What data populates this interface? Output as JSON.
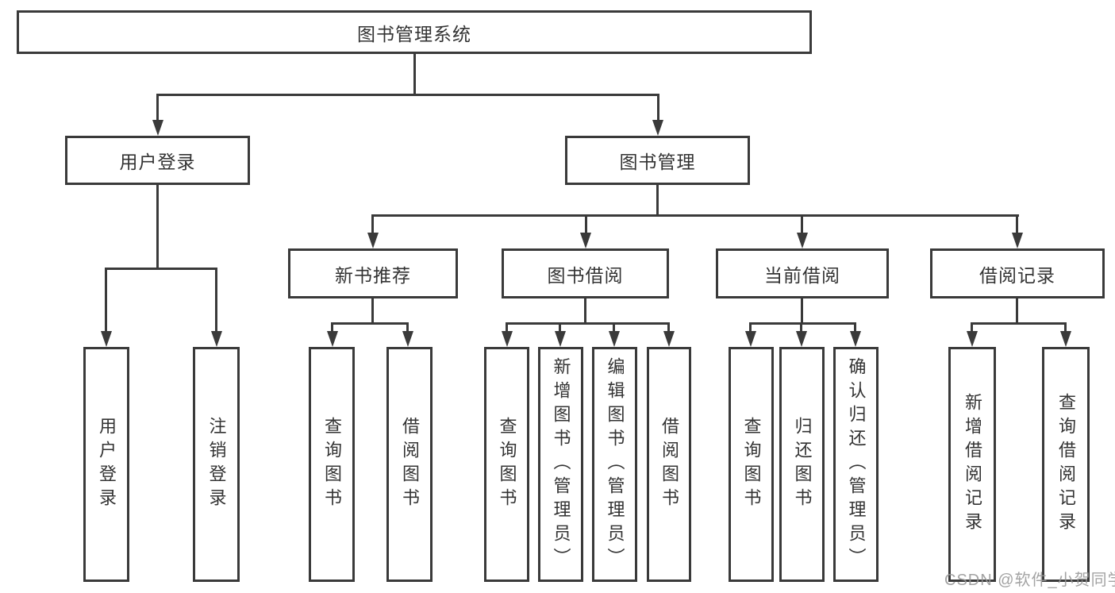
{
  "nodes": {
    "root": "图书管理系统",
    "user_login": "用户登录",
    "book_mgmt": "图书管理",
    "new_book_rec": "新书推荐",
    "book_borrow": "图书借阅",
    "current_borrow": "当前借阅",
    "borrow_records": "借阅记录",
    "leaf_user_login": "用户登录",
    "leaf_logout": "注销登录",
    "leaf_query_book_1": "查询图书",
    "leaf_borrow_book_1": "借阅图书",
    "leaf_query_book_2": "查询图书",
    "leaf_add_book": "新增图书（管理员）",
    "leaf_edit_book": "编辑图书（管理员）",
    "leaf_borrow_book_2": "借阅图书",
    "leaf_query_book_3": "查询图书",
    "leaf_return_book": "归还图书",
    "leaf_confirm_return": "确认归还（管理员）",
    "leaf_add_record": "新增借阅记录",
    "leaf_query_record": "查询借阅记录"
  },
  "watermark": "CSDN @软件_小贺同学",
  "colors": {
    "line": "#3a3a3a",
    "text": "#333333",
    "background": "#ffffff",
    "watermark": "#969696"
  }
}
